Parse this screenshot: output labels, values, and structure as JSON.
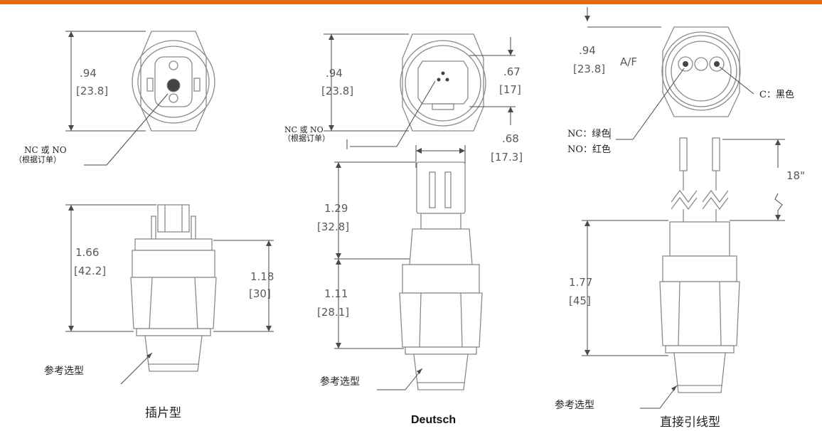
{
  "colors": {
    "top_bar": "#e86a10"
  },
  "panel_left": {
    "top_dim_in": ".94",
    "top_dim_mm": "[23.8]",
    "callout_line1": "NC 或 NO",
    "callout_line2": "（根据订单）",
    "height_in": "1.66",
    "height_mm": "[42.2]",
    "body_in": "1.18",
    "body_mm": "[30]",
    "ref_label": "参考选型",
    "caption": "插片型"
  },
  "panel_mid": {
    "top_dim_in": ".94",
    "top_dim_mm": "[23.8]",
    "conn_dim_in": ".67",
    "conn_dim_mm": "[17]",
    "callout_line1": "NC 或 NO",
    "callout_line2": "（根据订单）",
    "width_in": ".68",
    "width_mm": "[17.3]",
    "upper_in": "1.29",
    "upper_mm": "[32.8]",
    "lower_in": "1.11",
    "lower_mm": "[28.1]",
    "ref_label": "参考选型",
    "caption": "Deutsch"
  },
  "panel_right": {
    "af_in": ".94",
    "af_mm": "[23.8]",
    "af_suffix": "A/F",
    "c_label": "C：黑色",
    "nc_label": "NC：绿色",
    "no_label": "NO：红色",
    "lead_len": "18\"",
    "body_in": "1.77",
    "body_mm": "[45]",
    "ref_label": "参考选型",
    "caption": "直接引线型"
  }
}
